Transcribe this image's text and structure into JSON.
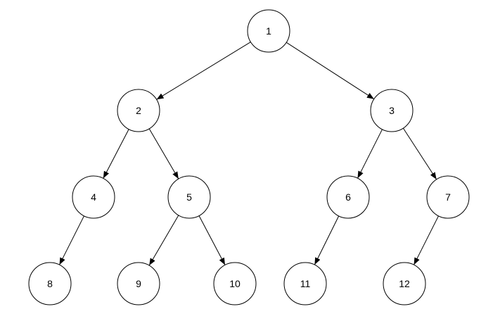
{
  "diagram": {
    "type": "binary-tree",
    "nodes": [
      {
        "id": "1",
        "label": "1"
      },
      {
        "id": "2",
        "label": "2"
      },
      {
        "id": "3",
        "label": "3"
      },
      {
        "id": "4",
        "label": "4"
      },
      {
        "id": "5",
        "label": "5"
      },
      {
        "id": "6",
        "label": "6"
      },
      {
        "id": "7",
        "label": "7"
      },
      {
        "id": "8",
        "label": "8"
      },
      {
        "id": "9",
        "label": "9"
      },
      {
        "id": "10",
        "label": "10"
      },
      {
        "id": "11",
        "label": "11"
      },
      {
        "id": "12",
        "label": "12"
      }
    ],
    "edges": [
      {
        "from": "1",
        "to": "2"
      },
      {
        "from": "1",
        "to": "3"
      },
      {
        "from": "2",
        "to": "4"
      },
      {
        "from": "2",
        "to": "5"
      },
      {
        "from": "3",
        "to": "6"
      },
      {
        "from": "3",
        "to": "7"
      },
      {
        "from": "4",
        "to": "8"
      },
      {
        "from": "5",
        "to": "9"
      },
      {
        "from": "5",
        "to": "10"
      },
      {
        "from": "6",
        "to": "11"
      },
      {
        "from": "7",
        "to": "12"
      }
    ],
    "colors": {
      "stroke": "#000000",
      "fill": "#ffffff",
      "text": "#000000"
    }
  }
}
